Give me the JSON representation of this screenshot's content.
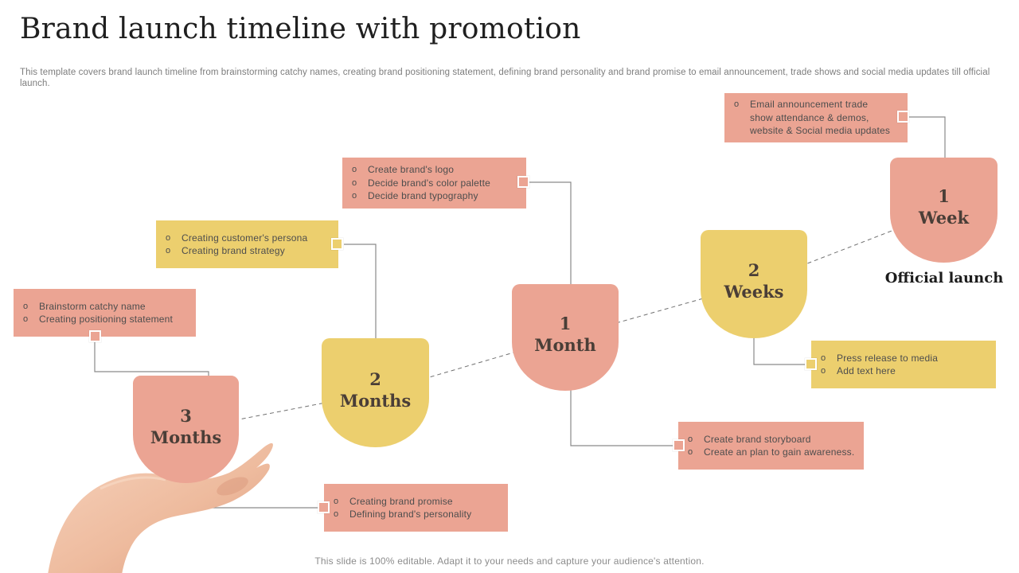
{
  "slide": {
    "title": "Brand launch timeline with promotion",
    "subtitle": "This template covers brand launch timeline from brainstorming catchy names, creating brand positioning statement, defining brand personality and brand promise to email announcement, trade shows and social media updates till official launch.",
    "footer": "This slide is 100% editable. Adapt it to your needs and capture your audience's attention.",
    "official_launch_label": "Official launch"
  },
  "bullet_glyph": "o",
  "colors": {
    "pink": "#EBA493",
    "yellow": "#ECCF6E"
  },
  "milestones": [
    {
      "id": "3-months",
      "line1": "3",
      "line2": "Months",
      "color": "pink"
    },
    {
      "id": "2-months",
      "line1": "2",
      "line2": "Months",
      "color": "yellow"
    },
    {
      "id": "1-month",
      "line1": "1",
      "line2": "Month",
      "color": "pink"
    },
    {
      "id": "2-weeks",
      "line1": "2",
      "line2": "Weeks",
      "color": "yellow"
    },
    {
      "id": "1-week",
      "line1": "1",
      "line2": "Week",
      "color": "pink"
    }
  ],
  "callouts": [
    {
      "id": "brainstorm",
      "color": "pink",
      "items": [
        "Brainstorm catchy name",
        "Creating positioning statement"
      ]
    },
    {
      "id": "promise",
      "color": "pink",
      "items": [
        "Creating brand promise",
        "Defining brand's personality"
      ]
    },
    {
      "id": "persona",
      "color": "yellow",
      "items": [
        "Creating customer's persona",
        "Creating brand strategy"
      ]
    },
    {
      "id": "logo",
      "color": "pink",
      "items": [
        "Create brand's logo",
        "Decide brand's color palette",
        "Decide brand typography"
      ]
    },
    {
      "id": "storyboard",
      "color": "pink",
      "items": [
        "Create brand storyboard",
        "Create an plan to gain awareness."
      ]
    },
    {
      "id": "press",
      "color": "yellow",
      "items": [
        "Press release to media",
        "Add text here"
      ]
    },
    {
      "id": "email",
      "color": "pink",
      "items": [
        "Email announcement trade show attendance & demos, website & Social media updates"
      ]
    }
  ]
}
